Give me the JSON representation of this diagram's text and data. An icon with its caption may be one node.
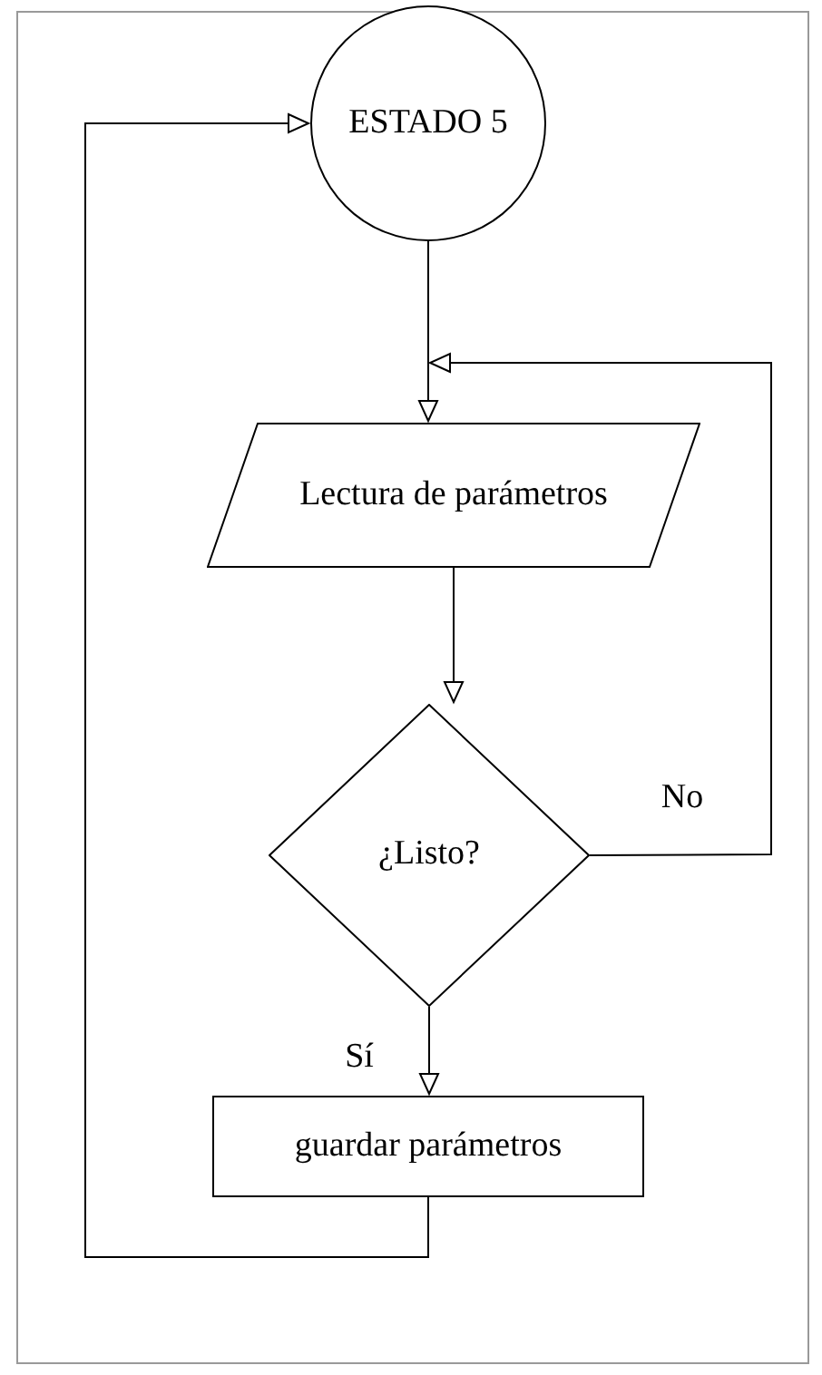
{
  "diagram": {
    "nodes": [
      {
        "text": [
          "ESTADO 5"
        ]
      },
      {
        "text": [
          "Lectura de parámetros"
        ]
      },
      {
        "text": [
          "¿Listo?"
        ]
      },
      {
        "text": [
          "guardar parámetros"
        ]
      }
    ],
    "edges": [
      {
        "from": 0,
        "to": 1,
        "arrow": "to"
      },
      {
        "from": 1,
        "to": 2,
        "arrow": "to"
      },
      {
        "from": 2,
        "to": 3,
        "arrow": "to",
        "label": "Sí"
      },
      {
        "from": 2,
        "to": 1,
        "arrow": "to",
        "label": "No"
      },
      {
        "from": 3,
        "to": 0,
        "arrow": "to"
      }
    ]
  }
}
